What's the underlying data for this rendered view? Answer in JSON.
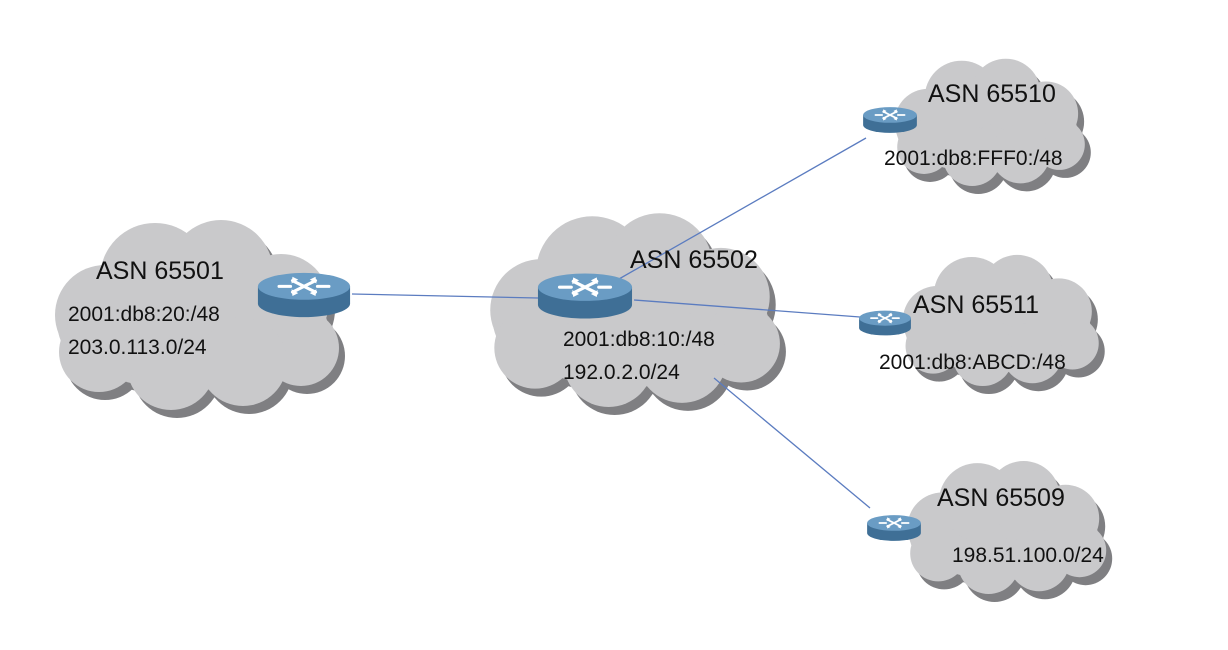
{
  "colors": {
    "cloud_fill": "#c9c9cb",
    "cloud_shadow": "#7f7f82",
    "router_top": "#6a9cc4",
    "router_side": "#3f6f96",
    "link": "#5b7cc0"
  },
  "nodes": {
    "as65501": {
      "asn": "ASN 65501",
      "prefixes": [
        "2001:db8:20:/48",
        "203.0.113.0/24"
      ],
      "icon": "router-icon"
    },
    "as65502": {
      "asn": "ASN 65502",
      "prefixes": [
        "2001:db8:10:/48",
        "192.0.2.0/24"
      ],
      "icon": "router-icon"
    },
    "as65510": {
      "asn": "ASN 65510",
      "prefixes": [
        "2001:db8:FFF0:/48"
      ],
      "icon": "router-icon"
    },
    "as65511": {
      "asn": "ASN 65511",
      "prefixes": [
        "2001:db8:ABCD:/48"
      ],
      "icon": "router-icon"
    },
    "as65509": {
      "asn": "ASN 65509",
      "prefixes": [
        "198.51.100.0/24"
      ],
      "icon": "router-icon"
    }
  },
  "links": [
    [
      "as65501",
      "as65502"
    ],
    [
      "as65502",
      "as65510"
    ],
    [
      "as65502",
      "as65511"
    ],
    [
      "as65502",
      "as65509"
    ]
  ]
}
